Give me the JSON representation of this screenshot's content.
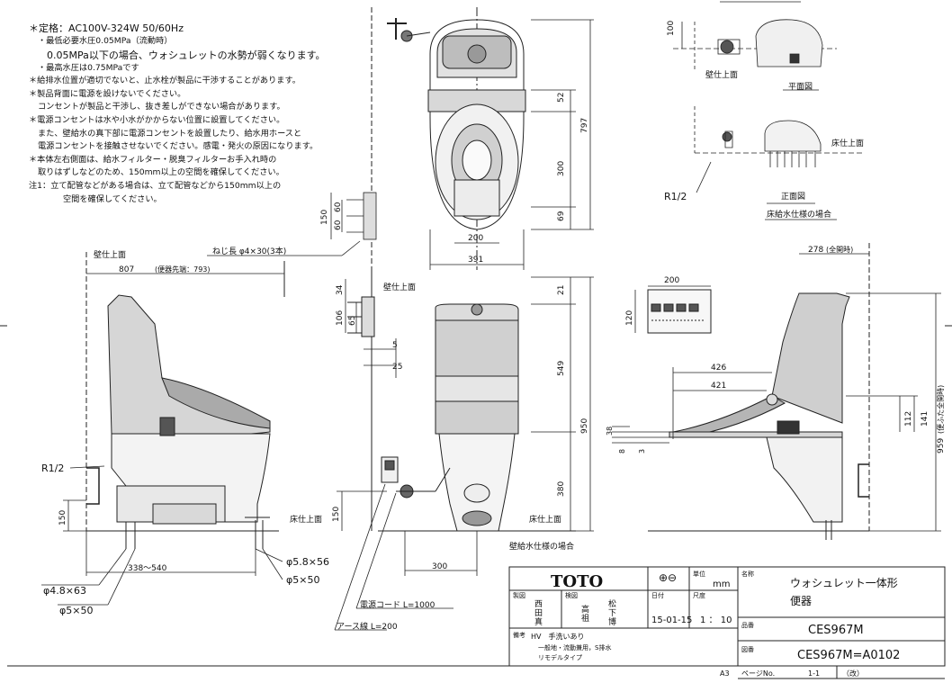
{
  "notes": [
    "＊定格：AC100V-324W 50/60Hz",
    "・最低必要水圧0.05MPa（流動時）",
    "0.05MPa以下の場合、ウォシュレットの水勢が弱くなります。",
    "・最高水圧は0.75MPaです",
    "＊給排水位置が適切でないと、止水栓が製品に干渉することがあります。",
    "＊製品背面に電源を設けないでください。",
    "コンセントが製品と干渉し、抜き差しができない場合があります。",
    "＊電源コンセントは水や小水がかからない位置に設置してください。",
    "また、壁給水の真下部に電源コンセントを設置したり、給水用ホースと",
    "電源コンセントを接触させないでください。感電・発火の原因になります。",
    "＊本体左右側面は、給水フィルター・脱臭フィルターお手入れ時の",
    "取りはずしなどのため、150mm以上の空間を確保してください。",
    "注1：立て配管などがある場合は、立て配管などから150mm以上の",
    "空間を確保してください。"
  ],
  "labels": {
    "wall_left": "壁仕上面",
    "wall_mid": "壁仕上面",
    "wall_plan": "壁仕上面",
    "floor_left": "床仕上面",
    "floor_mid": "床仕上面",
    "floor_right_top": "床仕上面",
    "plan_view": "平面図",
    "front_view": "正面図",
    "floor_supply": "床給水仕様の場合",
    "wall_supply": "壁給水仕様の場合",
    "screw": "ねじ長 φ4×30(3本)",
    "r12_left": "R1/2",
    "r12_right": "R1/2",
    "power_cord": "電源コード L=1000",
    "earth_wire": "アース線 L=200",
    "d48x63": "φ4.8×63",
    "d5x50_left": "φ5×50",
    "d58x56": "φ5.8×56",
    "d5x50_right": "φ5×50"
  },
  "dims": {
    "d807": "807",
    "d807_note": "(便器先端：793)",
    "d338_540": "338～540",
    "d300_bottom": "300",
    "d150_left": "150",
    "d150_bracket": "150",
    "d60a": "60",
    "d60b": "60",
    "d34": "34",
    "d106": "106",
    "d65": "65",
    "d5": "5",
    "d25": "25",
    "d21": "21",
    "d549": "549",
    "d950": "950",
    "d380": "380",
    "d52": "52",
    "d797": "797",
    "d300_plan": "300",
    "d69": "69",
    "d200_plan": "200",
    "d391": "391",
    "d100": "100",
    "d200_remote": "200",
    "d120": "120",
    "d278": "278",
    "d278_note": "(全開時)",
    "d426": "426",
    "d421": "421",
    "d38": "38",
    "d8": "8",
    "d3": "3",
    "d112": "112",
    "d141": "141",
    "d959": "959",
    "d959_note": "(便ふた全開時)"
  },
  "title_block": {
    "brand": "TOTO",
    "unit_label": "単位",
    "unit_value": "mm",
    "name_label": "名称",
    "product_name_1": "ウォシュレット一体形",
    "product_name_2": "便器",
    "drawn_label": "製図",
    "drawn_by": [
      "西",
      "田",
      "真"
    ],
    "checked_label": "検図",
    "checked_by": [
      "高",
      "祖"
    ],
    "approved_by": [
      "松",
      "下",
      "博"
    ],
    "date_label": "日付",
    "date_value": "15-01-15",
    "scale_label": "尺度",
    "scale_value": "1 ： 10",
    "model_label": "品番",
    "model_value": "CES967M",
    "remarks_label": "備考",
    "remarks_1": "HV　手洗いあり",
    "remarks_2": "一般地・流動兼用，S排水",
    "remarks_3": "リモデルタイプ",
    "drawing_label": "図番",
    "drawing_value": "CES967M=A0102",
    "paper": "A3",
    "page_label": "ページNo.",
    "page_value": "1-1",
    "rev_label": "（改）"
  }
}
